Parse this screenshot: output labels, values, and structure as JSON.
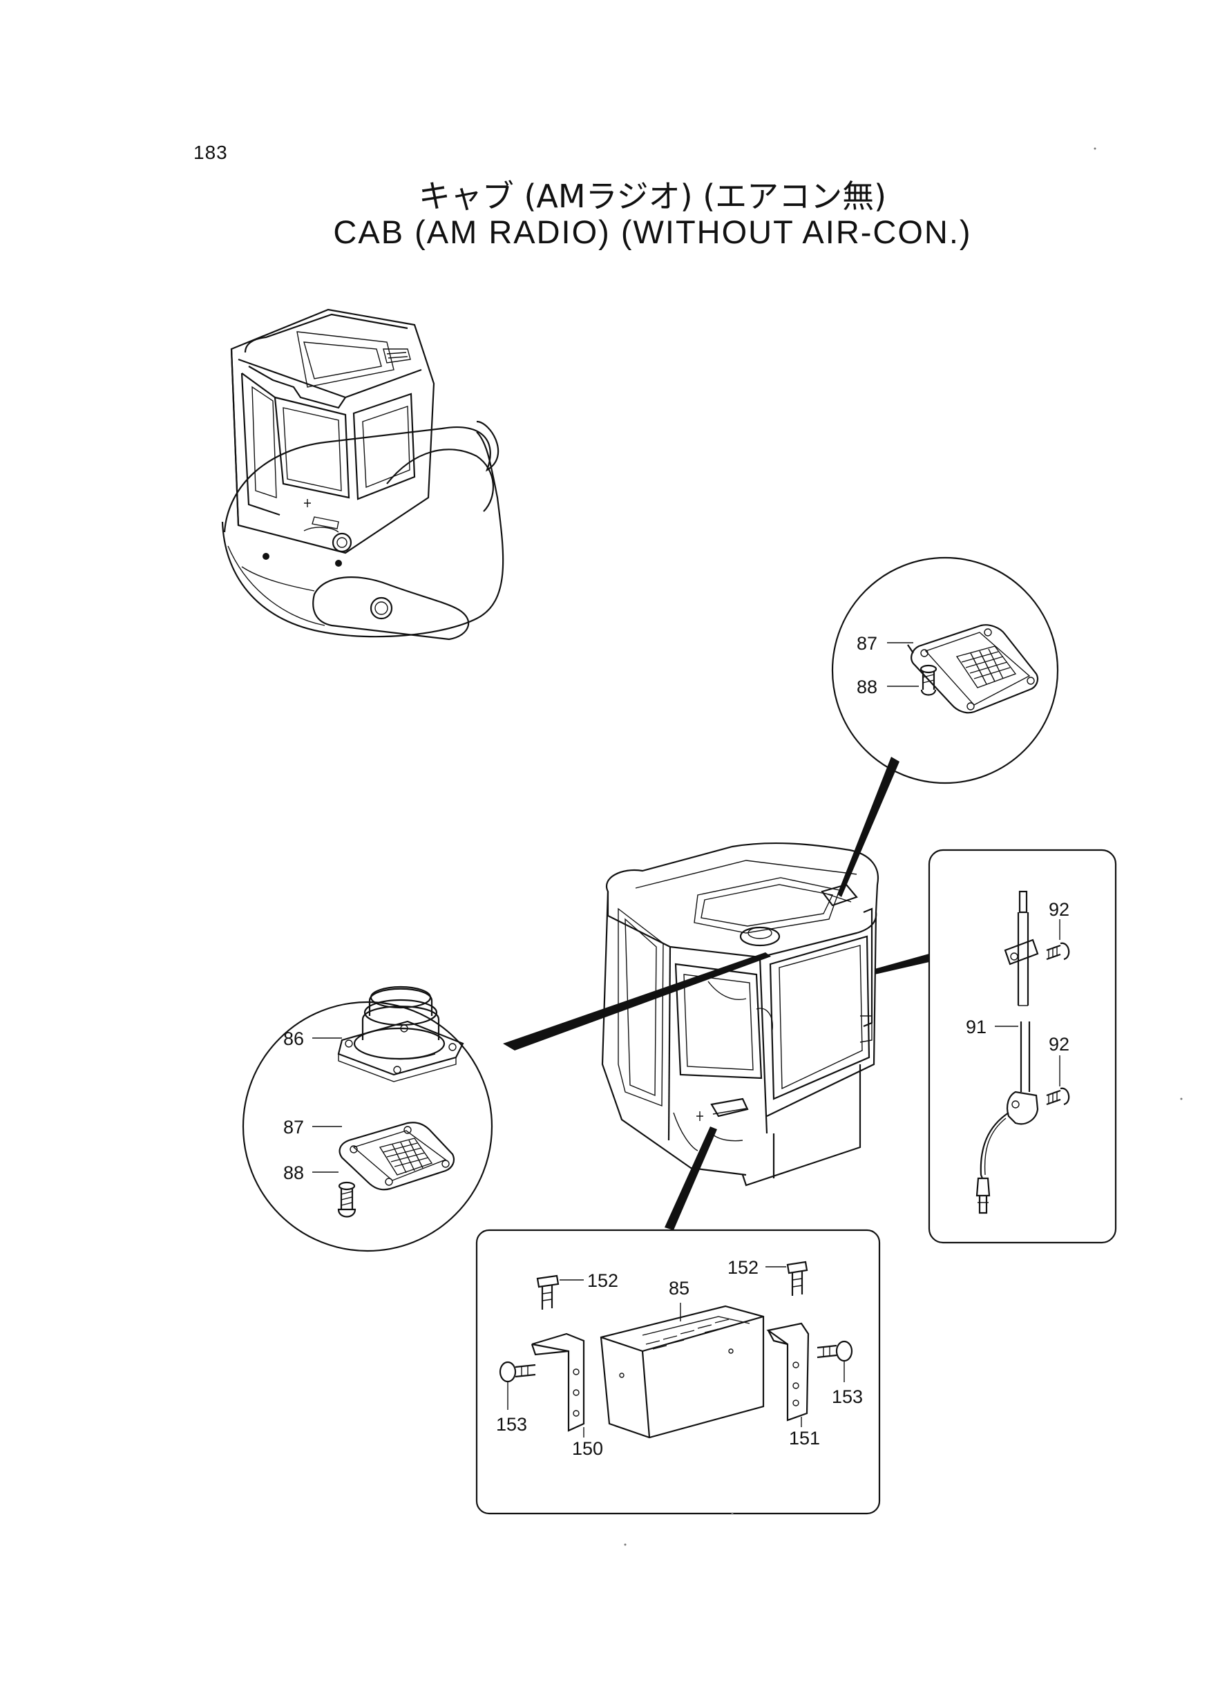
{
  "page_number": "183",
  "title": {
    "japanese": "キャブ (AMラジオ) (エアコン無)",
    "english": "CAB (AM RADIO) (WITHOUT  AIR-CON.)"
  },
  "callouts": {
    "roof_cover": {
      "cover": "87",
      "bolt": "88"
    },
    "speaker": {
      "speaker": "86",
      "cover": "87",
      "bolt": "88"
    },
    "antenna": {
      "bolt_upper": "92",
      "antenna": "91",
      "bolt_lower": "92"
    },
    "radio": {
      "bolt_left_top": "152",
      "radio": "85",
      "bolt_right_top": "152",
      "bolt_left": "153",
      "bracket_left": "150",
      "bracket_right": "151",
      "bolt_right": "153"
    }
  }
}
